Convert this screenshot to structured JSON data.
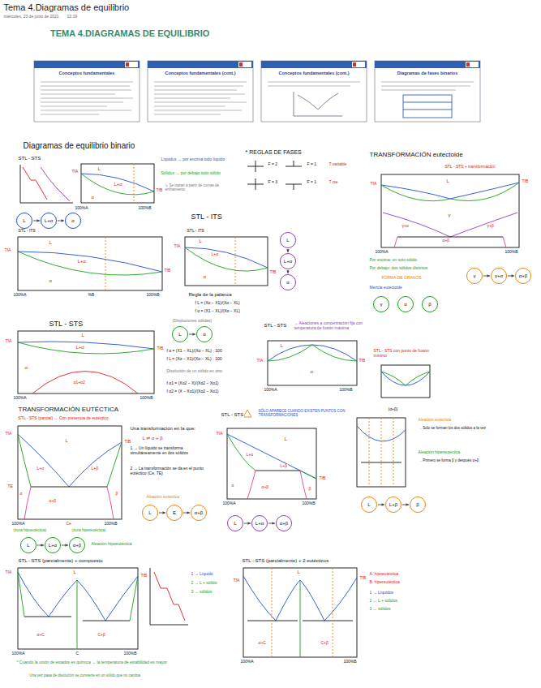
{
  "diagram": {
    "title": "TEMA 4.DIAGRAMAS DE EQUILIBRIO",
    "nodes": [
      {
        "text": [
          "Conceptos fundamentales"
        ]
      },
      {
        "text": [
          "Conceptos fundamentales (cont.)"
        ]
      },
      {
        "text": [
          "Conceptos fundamentales (cont.)"
        ]
      },
      {
        "text": [
          "Diagramas de fases binarios"
        ]
      },
      {
        "text": [
          "L"
        ]
      },
      {
        "text": [
          "L+α"
        ]
      },
      {
        "text": [
          "α"
        ]
      },
      {
        "text": [
          "L"
        ]
      },
      {
        "text": [
          "L+α"
        ]
      },
      {
        "text": [
          "α"
        ]
      },
      {
        "text": [
          "L"
        ]
      },
      {
        "text": [
          "α"
        ]
      },
      {
        "text": [
          "γ"
        ]
      },
      {
        "text": [
          "γ+α"
        ]
      },
      {
        "text": [
          "α+β"
        ]
      },
      {
        "text": [
          "γ"
        ]
      },
      {
        "text": [
          "α"
        ]
      },
      {
        "text": [
          "β"
        ]
      },
      {
        "text": [
          "L"
        ]
      },
      {
        "text": [
          "L+α"
        ]
      },
      {
        "text": [
          "α+β"
        ]
      },
      {
        "text": [
          "L"
        ]
      },
      {
        "text": [
          "E"
        ]
      },
      {
        "text": [
          "α+β"
        ]
      },
      {
        "text": [
          "L"
        ]
      },
      {
        "text": [
          "L+α"
        ]
      },
      {
        "text": [
          "α+β"
        ]
      },
      {
        "text": [
          "L"
        ]
      },
      {
        "text": [
          "L+β"
        ]
      },
      {
        "text": [
          "β"
        ]
      }
    ],
    "edges": [
      {
        "from": 4,
        "to": 5,
        "arrow": "to"
      },
      {
        "from": 5,
        "to": 6,
        "arrow": "to"
      },
      {
        "from": 7,
        "to": 8,
        "arrow": "to"
      },
      {
        "from": 8,
        "to": 9,
        "arrow": "to"
      },
      {
        "from": 10,
        "to": 11,
        "arrow": "to"
      },
      {
        "from": 12,
        "to": 13,
        "arrow": "to"
      },
      {
        "from": 13,
        "to": 14,
        "arrow": "to"
      },
      {
        "from": 18,
        "to": 19,
        "arrow": "to"
      },
      {
        "from": 19,
        "to": 20,
        "arrow": "to"
      },
      {
        "from": 21,
        "to": 22,
        "arrow": "to"
      },
      {
        "from": 22,
        "to": 23,
        "arrow": "to"
      },
      {
        "from": 24,
        "to": 25,
        "arrow": "to"
      },
      {
        "from": 25,
        "to": 26,
        "arrow": "to"
      },
      {
        "from": 27,
        "to": 28,
        "arrow": "to"
      },
      {
        "from": 28,
        "to": 29,
        "arrow": "to"
      }
    ],
    "labels": [
      "Tema 4.Diagramas de equilibrio",
      "miércoles, 23 de junio de 2021",
      "12:19",
      "Diagramas de equilibrio binario",
      "STL - STS",
      "TfA",
      "TfB",
      "L",
      "L+α",
      "α",
      "100%A",
      "100%B",
      "Líquidus → por encima todo líquido",
      "Sólidus → por debajo todo sólido",
      "↳ Se trazan a partir de curvas de enfriamiento",
      "* REGLAS DE FASES",
      "F = 2",
      "F = 1",
      "F = 3",
      "F = 1",
      "T variable",
      "T cte",
      "TRANSFORMACIÓN eutectoide",
      "STL - STS + transformación",
      "TfA",
      "TfB",
      "L",
      "γ",
      "γ+α",
      "γ+β",
      "α+β",
      "100%A",
      "100%B",
      "Por encima: un solo sólido",
      "Por debajo: dos sólidos distintos",
      "FORMA DE GRANOS",
      "Mezcla eutectoide",
      "STL - ITS",
      "STL - ITS",
      "TfA",
      "TfB",
      "L",
      "L+α",
      "α",
      "100%A",
      "%B",
      "100%B",
      "STL - ITS",
      "TfA",
      "L",
      "L+α",
      "α",
      "TfB",
      "Regla de la palanca",
      "f L = (Xα − X1)/(Xα − XL)",
      "f α = (X1 − XL)/(Xα − XL)",
      "STL - STS",
      "TfA",
      "TfB",
      "L",
      "L+α",
      "α",
      "α1+α2",
      "100%A",
      "100%B",
      "(Disoluciones sólidas)",
      "f α = (X1 − XL)/(Xα − XL) · 100",
      "f L = (Xα − X1)/(Xα − XL) · 100",
      "Disolución de un sólido en otro",
      "f α1 = (Xα2 − X)/(Xα2 − Xα1)",
      "f α2 = (X − Xα1)/(Xα2 − Xα1)",
      "STL - STS",
      "→ Aleaciones a concentración fija con temperatura de fusión máxima",
      "L",
      "α",
      "TfA",
      "TfB",
      "100%A",
      "100%B",
      "STL - STS con punto de fusión mínimo",
      "TRANSFORMACIÓN EUTÉCTICA",
      "STL - STS (parcial) → Con presencia de eutéctico",
      "TfA",
      "TfB",
      "TE",
      "L",
      "L+α",
      "L+β",
      "α",
      "β",
      "α+β",
      "Ce",
      "100%A",
      "100%B",
      "(zona hipoeutéctica)",
      "(zona hipereutéctica)",
      "Aleación hipoeutéctica",
      "Una transformación en la que:",
      "L ⇌ α + β",
      "1 → Un líquido se transforma simultáneamente en dos sólidos",
      "2 → La transformación se da en el punto eutéctico (Ce, TE)",
      "Aleación eutéctica",
      "STL - STS",
      "SÓLO APARECE CUANDO EXISTEN PUNTOS CON TRANSFORMACIONES",
      "TfA",
      "TfB",
      "L",
      "L+α",
      "L+β",
      "α",
      "α+β",
      "β",
      "100%A",
      "100%B",
      "(α+β)",
      "Aleación eutéctica",
      "→ Sólo se forman los dos sólidos a la vez",
      "Aleación hipereutéctica",
      "→ Primero se forma β y después α+β",
      "STL - STS (parcialmente) + compuesto",
      "TfA",
      "TfB",
      "L",
      "α+C",
      "C+β",
      "100%A",
      "C",
      "100%B",
      "1 → Líquido",
      "2 → L + sólido",
      "3 → sólidos",
      "* Cuando la unión de estados es química → la temperatura de estabilidad es mayor",
      "→ Una vez pasa de disolución se convierte en un sólido que no cambia",
      "STL - STS (parcialmente) + 2 eutécticos",
      "TfA",
      "TfB",
      "L",
      "α+C",
      "C+β",
      "100%A",
      "100%B",
      "A: hipoeutéctica",
      "B: hipereutéctica",
      "1 → Líquidos",
      "2 → L + sólidos",
      "3 → sólidos"
    ]
  }
}
